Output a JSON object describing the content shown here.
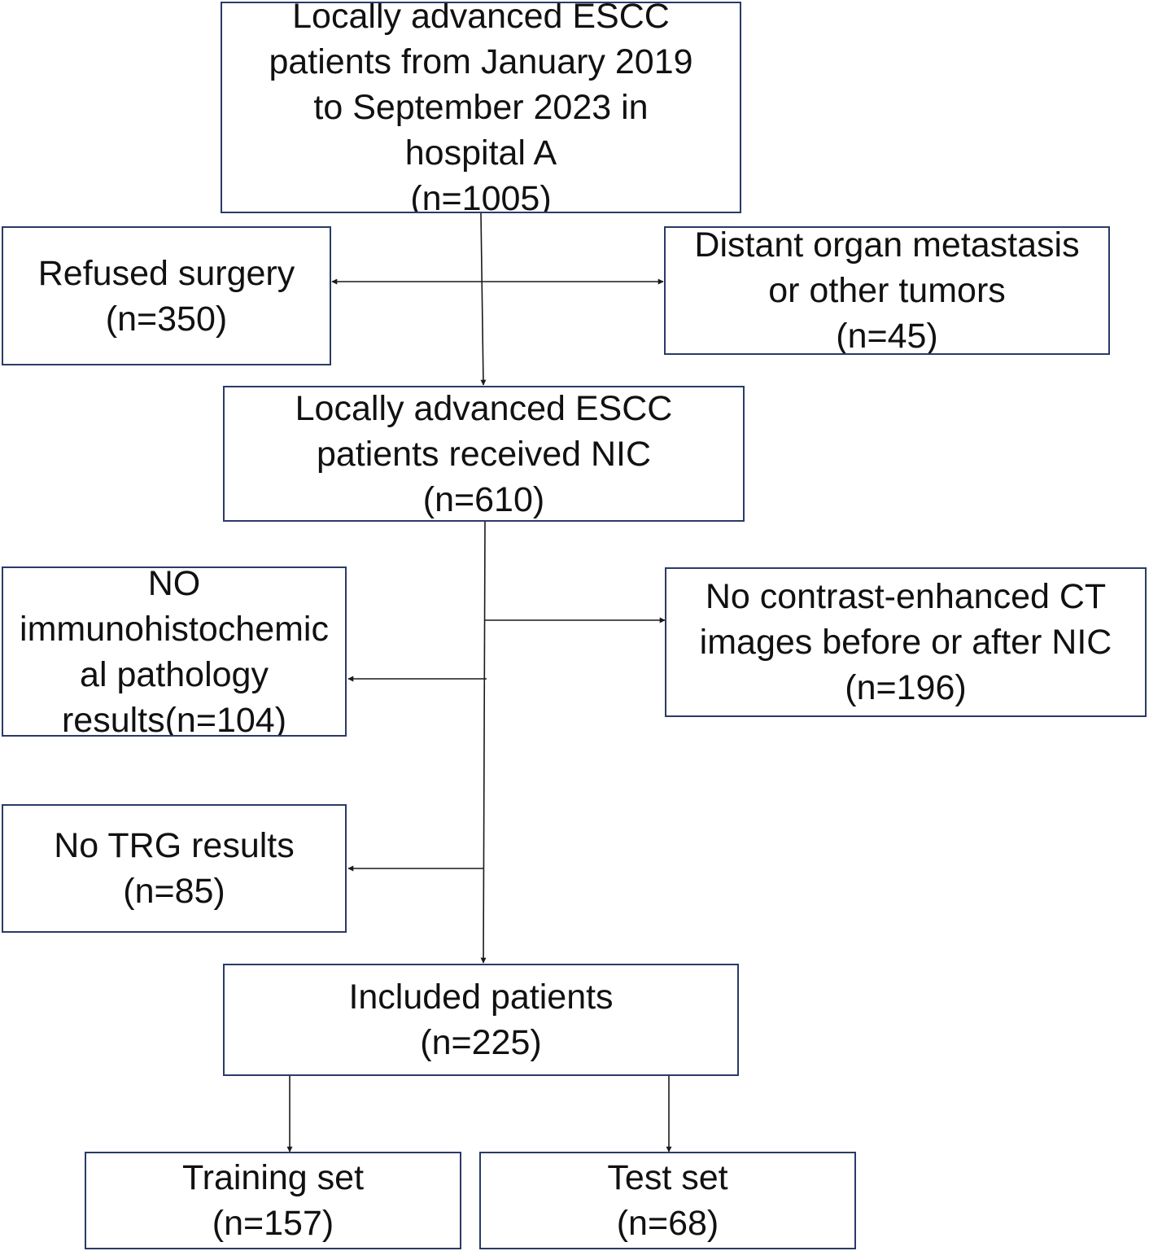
{
  "boxes": {
    "initial": "Locally advanced ESCC\npatients from January 2019\nto September 2023 in\nhospital A\n(n=1005)",
    "refused_surgery": "Refused surgery\n(n=350)",
    "distant_metastasis": "Distant organ metastasis\nor other tumors\n(n=45)",
    "received_nic": "Locally advanced ESCC\npatients received NIC\n(n=610)",
    "no_ihc": "NO\nimmunohistochemic\nal pathology\nresults(n=104)",
    "no_ct": "No contrast-enhanced CT\nimages before or after NIC\n(n=196)",
    "no_trg": "No TRG results\n(n=85)",
    "included": "Included patients\n(n=225)",
    "training": "Training set\n(n=157)",
    "test": "Test set\n(n=68)"
  },
  "colors": {
    "box_border": "#2b3a67",
    "line": "#1a1a1a"
  }
}
